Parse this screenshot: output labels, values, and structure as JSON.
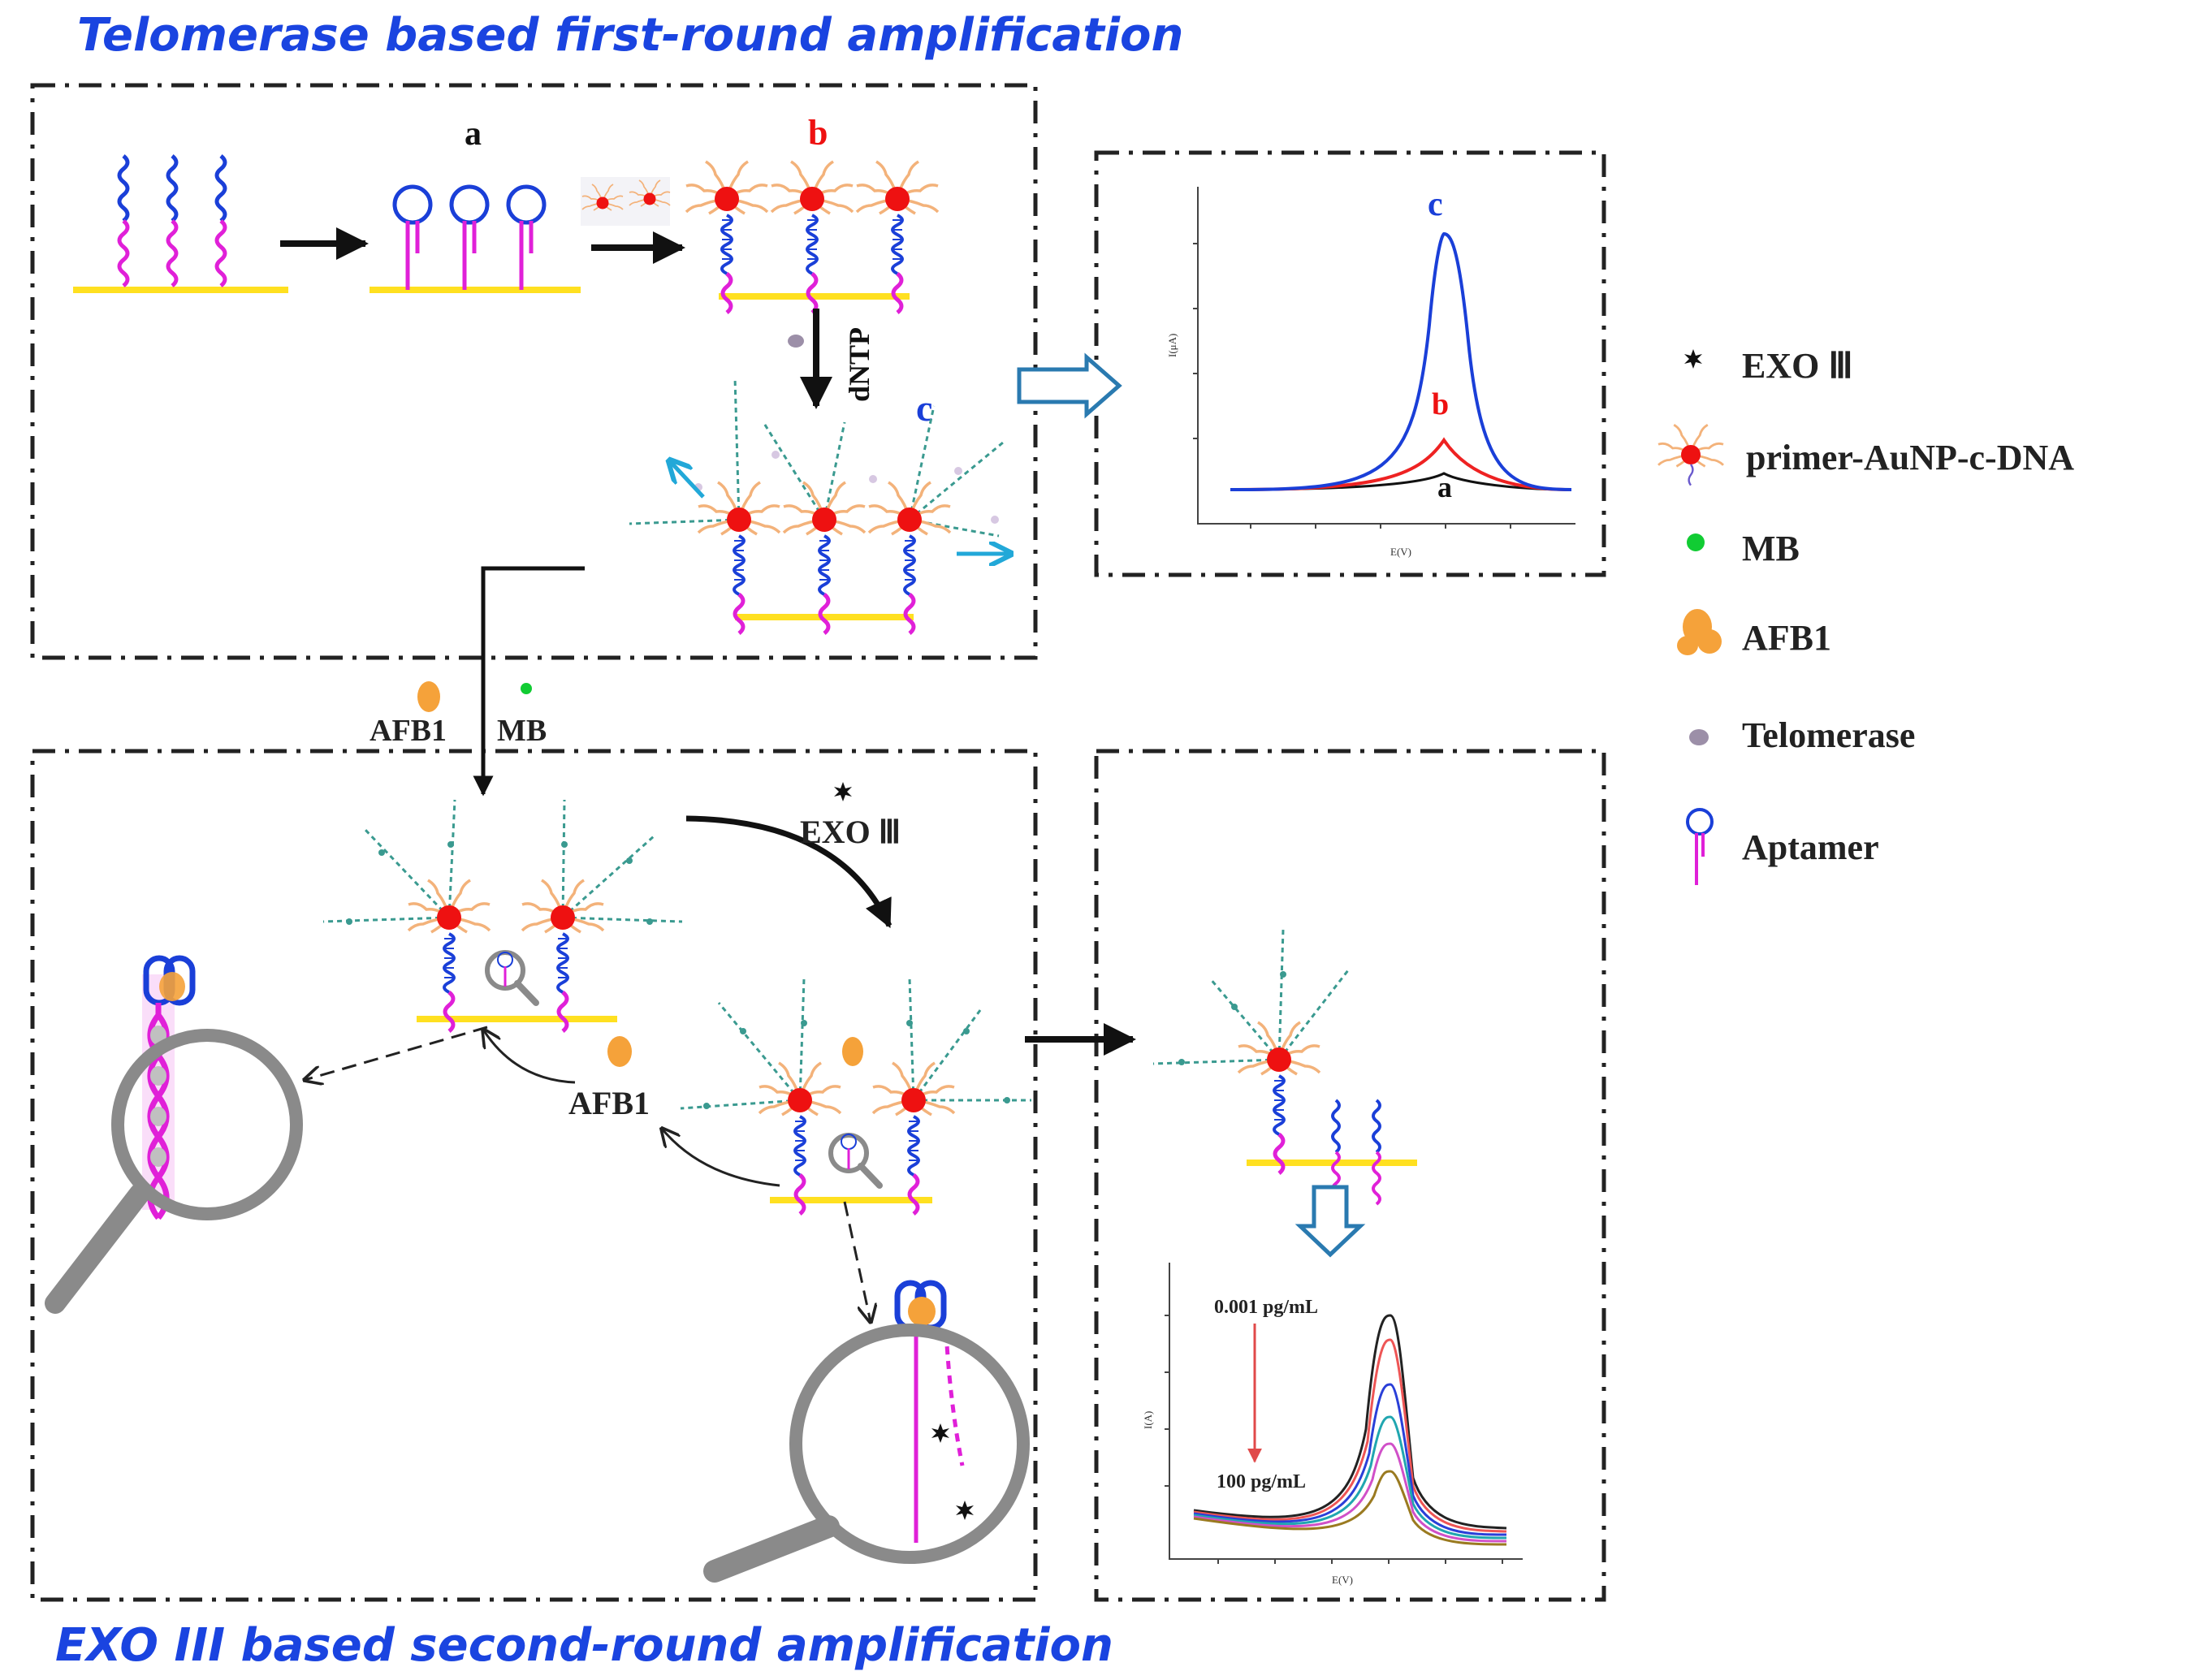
{
  "titles": {
    "top": "Telomerase based first-round amplification",
    "bottom": "EXO III based second-round amplification"
  },
  "stage_labels": {
    "a": "a",
    "b": "b",
    "c": "c"
  },
  "reagents": {
    "dntp": "dNTP",
    "afb1": "AFB1",
    "mb": "MB",
    "exo": "EXO Ⅲ",
    "afb1_release": "AFB1"
  },
  "top_plot": {
    "ylabel": "I(μA)",
    "xlabel": "E(V)",
    "curve_labels": {
      "a": "a",
      "b": "b",
      "c": "c"
    }
  },
  "bottom_plot": {
    "ylabel": "I(A)",
    "xlabel": "E(V)",
    "conc_high": "0.001 pg/mL",
    "conc_low": "100 pg/mL"
  },
  "legend": [
    {
      "icon": "exo-star-icon",
      "label": "EXO Ⅲ"
    },
    {
      "icon": "primer-aunp-icon",
      "label": "primer-AuNP-c-DNA"
    },
    {
      "icon": "mb-dot-icon",
      "label": "MB"
    },
    {
      "icon": "afb1-blob-icon",
      "label": "AFB1"
    },
    {
      "icon": "telomerase-icon",
      "label": "Telomerase"
    },
    {
      "icon": "aptamer-icon",
      "label": "Aptamer"
    }
  ],
  "colors": {
    "title": "#1a44e0",
    "magenta": "#e020d8",
    "blue": "#1a3fd8",
    "gold": "#ffe020",
    "red": "#ee1111",
    "teal": "#3a9a90",
    "orange": "#f5a23a",
    "lens": "#8a8a8a"
  }
}
